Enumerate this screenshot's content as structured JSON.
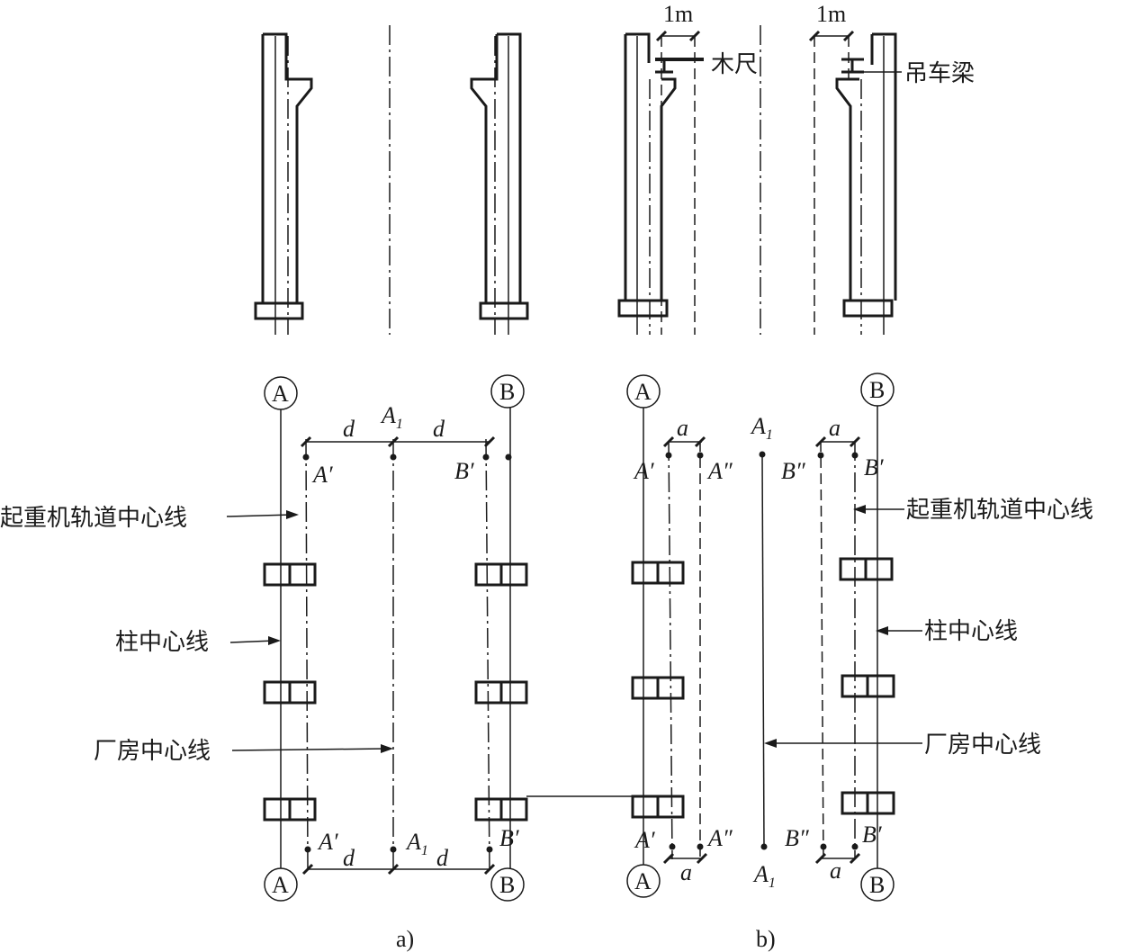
{
  "labels": {
    "ruler_dimension": "1m",
    "wooden_ruler": "木尺",
    "crane_beam": "吊车梁",
    "crane_track_centerline": "起重机轨道中心线",
    "column_centerline": "柱中心线",
    "building_centerline": "厂房中心线",
    "axis_a": "A",
    "axis_b": "B",
    "point_a1": "A",
    "point_a1_sub": "1",
    "point_a_prime": "A′",
    "point_b_prime": "B′",
    "point_a_dprime": "A″",
    "point_b_dprime": "B″",
    "dim_d": "d",
    "dim_a": "a",
    "caption_a": "a)",
    "caption_b": "b)"
  }
}
